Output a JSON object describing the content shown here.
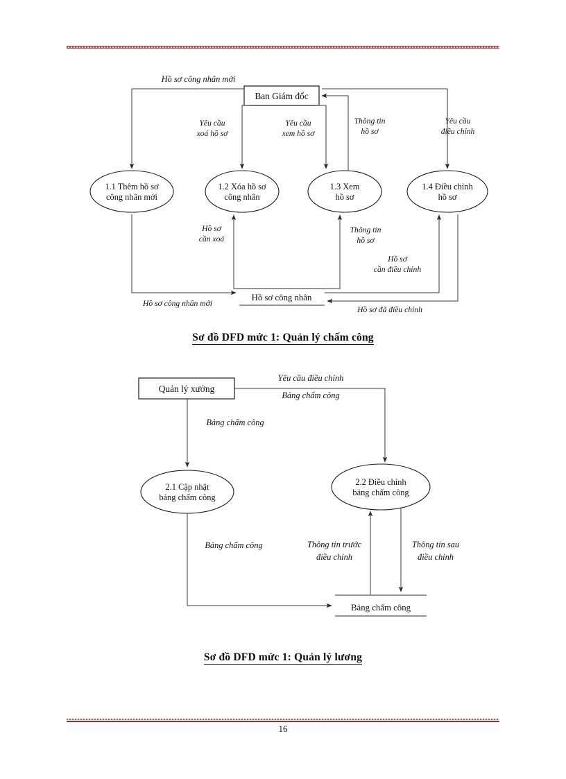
{
  "document": {
    "page_number": "16"
  },
  "diagram1": {
    "caption": "Sơ đồ DFD mức 1: Quản lý chấm công",
    "external_entity": "Ban Giám đốc",
    "processes": [
      {
        "id": "1.1",
        "line1": "1.1 Thêm hồ sơ",
        "line2": "công nhân mới"
      },
      {
        "id": "1.2",
        "line1": "1.2 Xóa hồ sơ",
        "line2": "công nhân"
      },
      {
        "id": "1.3",
        "line1": "1.3 Xem",
        "line2": "hồ sơ"
      },
      {
        "id": "1.4",
        "line1": "1.4 Điều chỉnh",
        "line2": "hồ sơ"
      }
    ],
    "datastore": "Hồ sơ công nhân",
    "flows": [
      {
        "name": "ho-so-cong-nhan-moi-top",
        "line1": "Hồ sơ công nhân mới",
        "line2": ""
      },
      {
        "name": "yeu-cau-xoa-ho-so",
        "line1": "Yêu cầu",
        "line2": "xoá hồ sơ"
      },
      {
        "name": "yeu-cau-xem-ho-so",
        "line1": "Yêu cầu",
        "line2": "xem hồ sơ"
      },
      {
        "name": "thong-tin-ho-so-top",
        "line1": "Thông tin",
        "line2": "hồ sơ"
      },
      {
        "name": "yeu-cau-dieu-chinh",
        "line1": "Yêu cầu",
        "line2": "điều chỉnh"
      },
      {
        "name": "ho-so-can-xoa",
        "line1": "Hồ sơ",
        "line2": "cần xoá"
      },
      {
        "name": "thong-tin-ho-so-bottom",
        "line1": "Thông tin",
        "line2": "hồ sơ"
      },
      {
        "name": "ho-so-can-dieu-chinh",
        "line1": "Hồ sơ",
        "line2": "cần điều chỉnh"
      },
      {
        "name": "ho-so-cong-nhan-moi-bottom",
        "line1": "Hồ sơ công nhân mới",
        "line2": ""
      },
      {
        "name": "ho-so-da-dieu-chinh",
        "line1": "Hồ sơ đã điều chỉnh",
        "line2": ""
      }
    ]
  },
  "diagram2": {
    "caption": "Sơ đồ DFD mức 1: Quản lý lương",
    "external_entity": "Quản lý xưởng",
    "processes": [
      {
        "id": "2.1",
        "line1": "2.1 Cập nhật",
        "line2": "bảng chấm công"
      },
      {
        "id": "2.2",
        "line1": "2.2 Điều chỉnh",
        "line2": "bảng chấm công"
      }
    ],
    "datastore": "Bảng chấm công",
    "flows": [
      {
        "name": "yeu-cau-dieu-chinh",
        "line1": "Yêu cầu điều chỉnh",
        "line2": ""
      },
      {
        "name": "bang-cham-cong-top",
        "line1": "Bảng chấm công",
        "line2": ""
      },
      {
        "name": "bang-cham-cong-left",
        "line1": "Bảng chấm công",
        "line2": ""
      },
      {
        "name": "bang-cham-cong-mid",
        "line1": "Bảng chấm công",
        "line2": ""
      },
      {
        "name": "thong-tin-truoc-dieu-chinh",
        "line1": "Thông tin trước",
        "line2": "điều chỉnh"
      },
      {
        "name": "thong-tin-sau-dieu-chinh",
        "line1": "Thông tin sau",
        "line2": "điều chỉnh"
      }
    ]
  }
}
